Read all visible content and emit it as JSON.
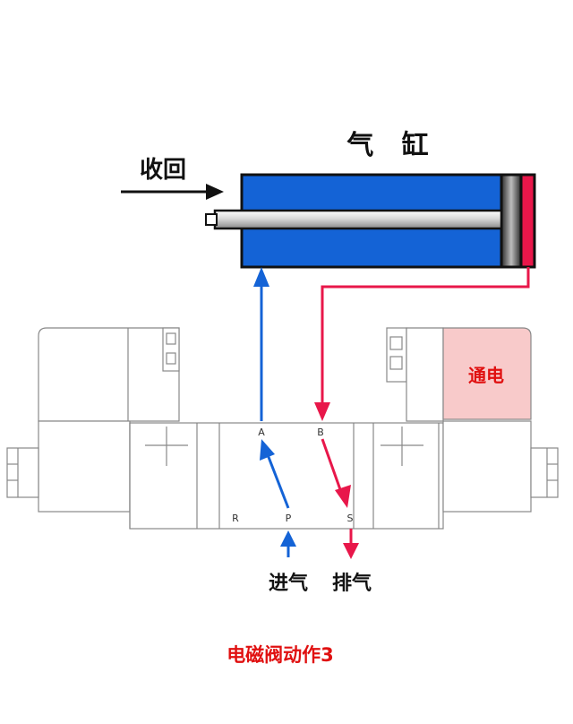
{
  "cylinder": {
    "title": "气   缸",
    "direction_label": "收回"
  },
  "valve": {
    "ports": {
      "a": "A",
      "b": "B",
      "r": "R",
      "p": "P",
      "s": "S"
    },
    "energized_label": "通电"
  },
  "flow": {
    "inlet_label": "进气",
    "exhaust_label": "排气"
  },
  "caption": "电磁阀动作3",
  "colors": {
    "cylinder_body": "#1463d6",
    "supply_flow": "#1463d6",
    "exhaust_flow": "#e8174a",
    "energized_fill": "#f8caca",
    "caption_text": "#e01010",
    "outline": "#111111",
    "valve_line": "#888888"
  }
}
